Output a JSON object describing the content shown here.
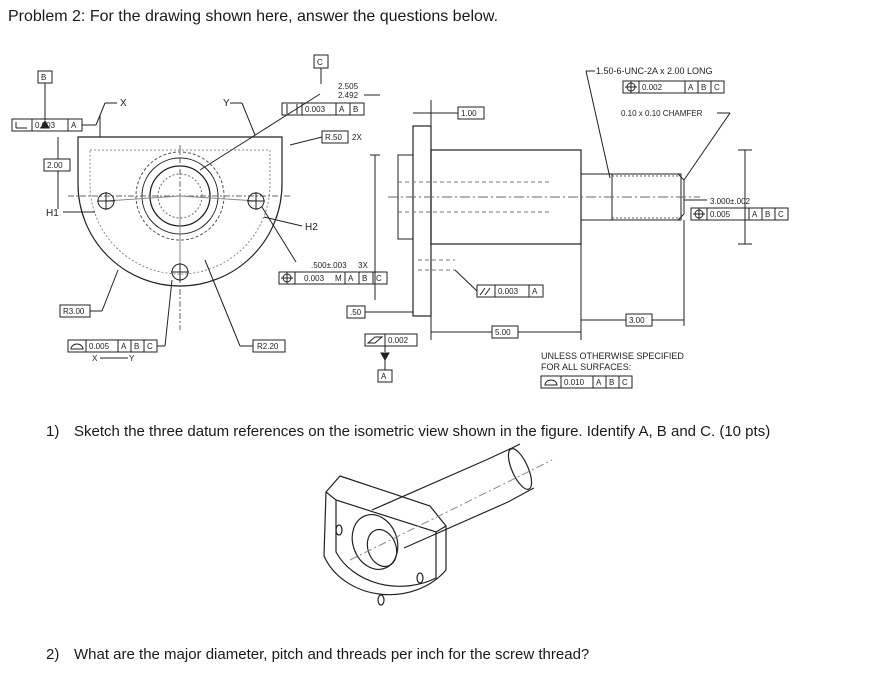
{
  "problem_title": "Problem 2: For the drawing shown here, answer the questions below.",
  "questions": [
    {
      "number": "1)",
      "text": "Sketch the three datum references on the isometric view shown in the figure. Identify A, B and C. (10 pts)"
    },
    {
      "number": "2)",
      "text": "What are the major diameter, pitch and threads per inch for the screw thread?"
    }
  ],
  "drawing": {
    "datums": {
      "a": "A",
      "b": "B",
      "c": "C"
    },
    "front_view": {
      "flatness_value": "0.003",
      "flatness_datum": "A",
      "height_2": "2.00",
      "h1_label": "H1",
      "x_label": "X",
      "y_label": "Y",
      "bore_upper": "2.505",
      "bore_lower": "2.492",
      "bore_perp_value": "0.003",
      "bore_perp_datum_a": "A",
      "bore_perp_datum_b": "B",
      "radius_small": "R.50",
      "radius_small_count": "2X",
      "h2_label": "H2",
      "hole_diameter": ".500±.003",
      "hole_count": "3X",
      "hole_position_value": "0.003",
      "hole_position_modifier": "M",
      "hole_position_datum_a": "A",
      "hole_position_datum_b": "B",
      "hole_position_datum_c": "C",
      "radius_large": "R3.00",
      "radius_outer": "R2.20",
      "profile_value": "0.005",
      "profile_datum_a": "A",
      "profile_datum_b": "B",
      "profile_datum_c": "C",
      "between_from": "X",
      "between_to": "Y"
    },
    "side_view": {
      "flange_thickness": ".50",
      "flange_flatness": "0.002",
      "dim_1": "1.00",
      "parallel_value": "0.003",
      "parallel_datum": "A",
      "dim_5": "5.00",
      "dim_3": "3.00",
      "thread_spec": "1.50-6-UNC-2A x 2.00 LONG",
      "thread_position_value": "0.002",
      "thread_datum_a": "A",
      "thread_datum_b": "B",
      "thread_datum_c": "C",
      "chamfer": "0.10 x 0.10 CHAMFER",
      "shaft_diameter": "3.000±.002",
      "shaft_position_value": "0.005",
      "shaft_datum_a": "A",
      "shaft_datum_b": "B",
      "shaft_datum_c": "C",
      "note_line1": "UNLESS OTHERWISE SPECIFIED",
      "note_line2": "FOR ALL SURFACES:",
      "general_profile_value": "0.010",
      "general_datum_a": "A",
      "general_datum_b": "B",
      "general_datum_c": "C"
    }
  }
}
